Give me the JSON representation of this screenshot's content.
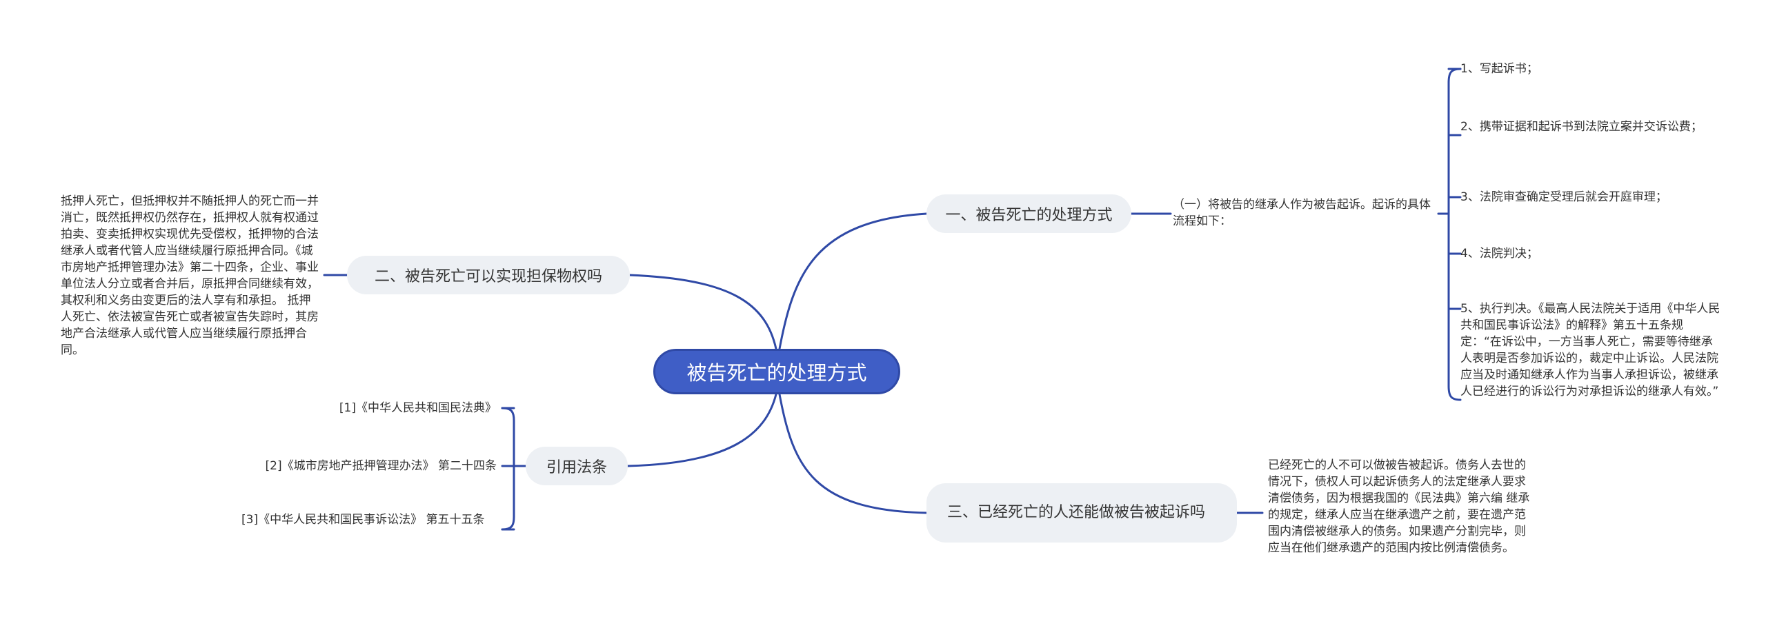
{
  "diagram": {
    "root": "被告死亡的处理方式",
    "branches": [
      {
        "label": "一、被告死亡的处理方式",
        "detail": "（一）将被告的继承人作为被告起诉。起诉的具体流程如下：",
        "steps": [
          "1、写起诉书；",
          "2、携带证据和起诉书到法院立案并交诉讼费；",
          "3、法院审查确定受理后就会开庭审理；",
          "4、法院判决；",
          "5、执行判决。《最高人民法院关于适用《中华人民共和国民事诉讼法》的解释》第五十五条规定：“在诉讼中，一方当事人死亡，需要等待继承人表明是否参加诉讼的，裁定中止诉讼。人民法院应当及时通知继承人作为当事人承担诉讼，被继承人已经进行的诉讼行为对承担诉讼的继承人有效。”"
        ]
      },
      {
        "label": "二、被告死亡可以实现担保物权吗",
        "detail": "抵押人死亡，但抵押权并不随抵押人的死亡而一并消亡，既然抵押权仍然存在，抵押权人就有权通过拍卖、变卖抵押权实现优先受偿权，抵押物的合法继承人或者代管人应当继续履行原抵押合同。《城市房地产抵押管理办法》第二十四条，企业、事业单位法人分立或者合并后，原抵押合同继续有效，其权利和义务由变更后的法人享有和承担。 抵押人死亡、依法被宣告死亡或者被宣告失踪时，其房地产合法继承人或代管人应当继续履行原抵押合同。"
      },
      {
        "label": "三、已经死亡的人还能做被告被起诉吗",
        "detail": "已经死亡的人不可以做被告被起诉。债务人去世的情况下，债权人可以起诉债务人的法定继承人要求清偿债务，因为根据我国的《民法典》第六编 继承的规定，继承人应当在继承遗产之前，要在遗产范围内清偿被继承人的债务。如果遗产分割完毕，则应当在他们继承遗产的范围内按比例清偿债务。"
      },
      {
        "label": "引用法条",
        "references": [
          "[1]《中华人民共和国民法典》",
          "[2]《城市房地产抵押管理办法》 第二十四条",
          "[3]《中华人民共和国民事诉讼法》 第五十五条"
        ]
      }
    ]
  },
  "colors": {
    "root_fill": "#3f5ec6",
    "root_text": "#ffffff",
    "branch_fill": "#edf0f4",
    "connector": "#2f49a6",
    "text": "#333333"
  }
}
